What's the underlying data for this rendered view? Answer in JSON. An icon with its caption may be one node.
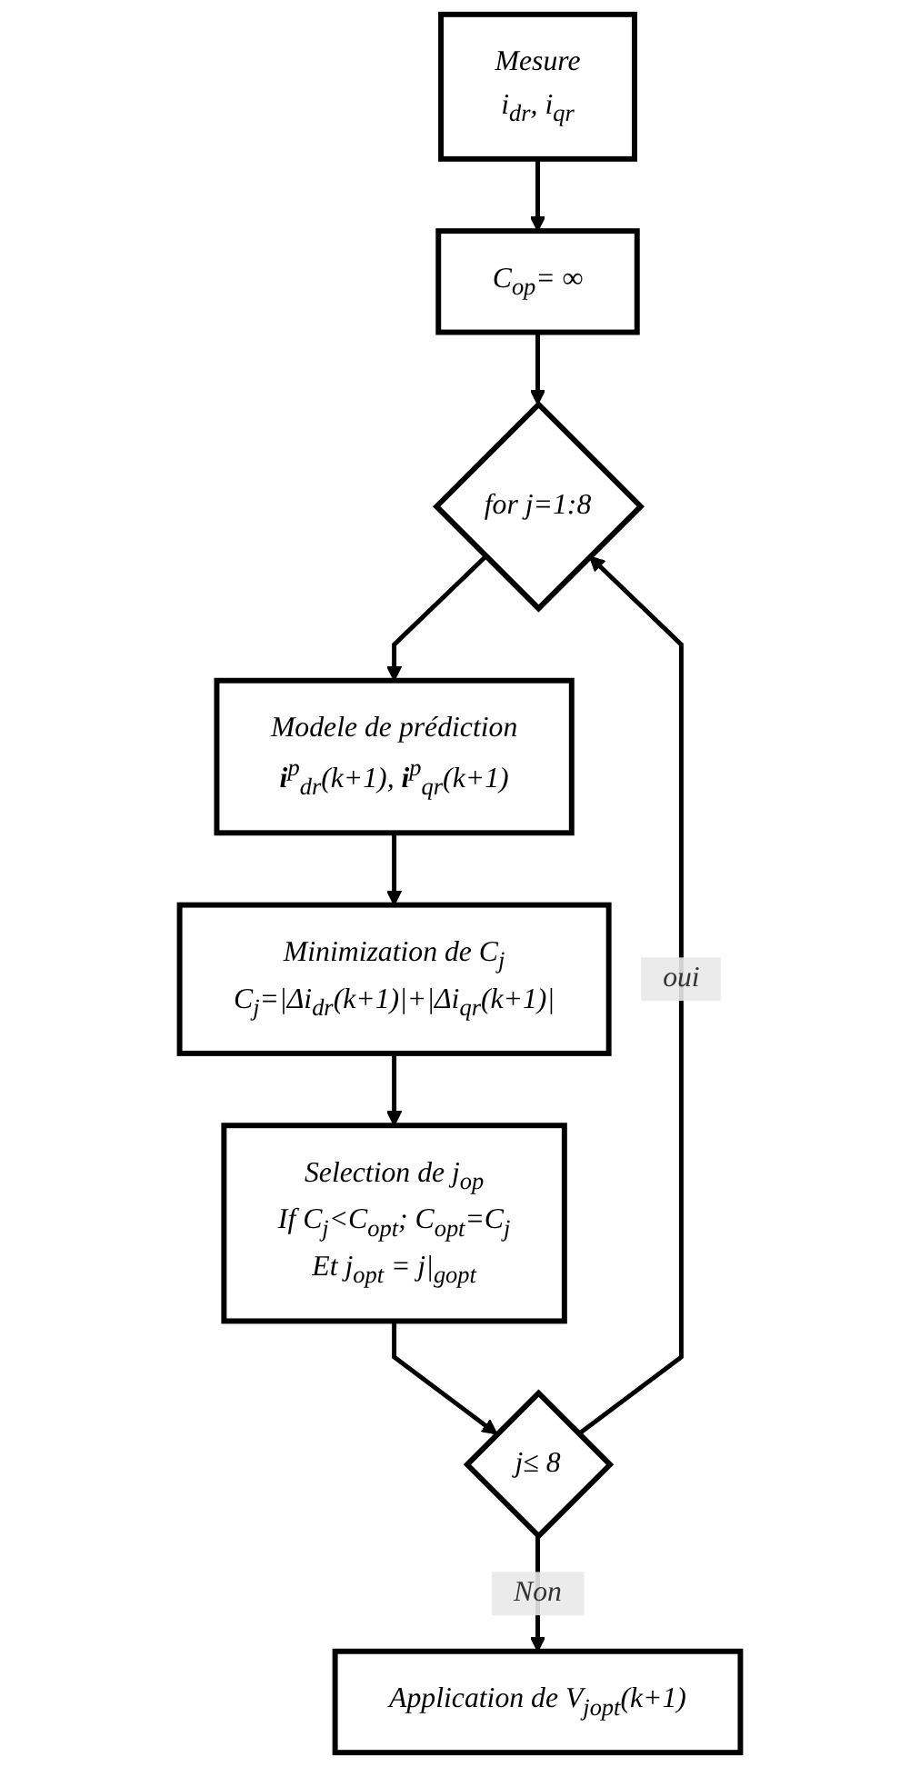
{
  "diagram": {
    "nodes": [
      {
        "text": [
          "Mesure",
          "i$_{dr}$, i$_{qr}$"
        ]
      },
      {
        "text": [
          "C$_{op}$= ∞"
        ]
      },
      {
        "text": [
          "for  j=1:8"
        ]
      },
      {
        "text": [
          "Modele de prédiction",
          "**i**$^{p}$$_{dr}$(k+1), **i**$^{p}$$_{qr}$(k+1)"
        ]
      },
      {
        "text": [
          "Minimization de C$_{j}$",
          "C$_{j}$=|Δi$_{dr}$(k+1)|+|Δi$_{qr}$(k+1)|"
        ]
      },
      {
        "text": [
          "Selection de  j$_{op}$",
          "If C$_{j}$<C$_{opt}$; C$_{opt}$=C$_{j}$",
          "Et j$_{opt}$ = j|$_{gopt}$"
        ]
      },
      {
        "text": [
          "j≤ 8"
        ]
      },
      {
        "text": [
          "Application de V$_{jopt}$(k+1)"
        ]
      }
    ],
    "edges": [
      {
        "from": 0,
        "to": 1,
        "arrow": "to"
      },
      {
        "from": 1,
        "to": 2,
        "arrow": "to"
      },
      {
        "from": 2,
        "to": 3,
        "arrow": "to"
      },
      {
        "from": 3,
        "to": 4,
        "arrow": "to"
      },
      {
        "from": 4,
        "to": 5,
        "arrow": "to"
      },
      {
        "from": 5,
        "to": 6,
        "arrow": "to"
      },
      {
        "from": 6,
        "to": 7,
        "arrow": "to",
        "label": "Non"
      },
      {
        "from": 6,
        "to": 2,
        "arrow": "to",
        "label": "oui"
      }
    ]
  }
}
